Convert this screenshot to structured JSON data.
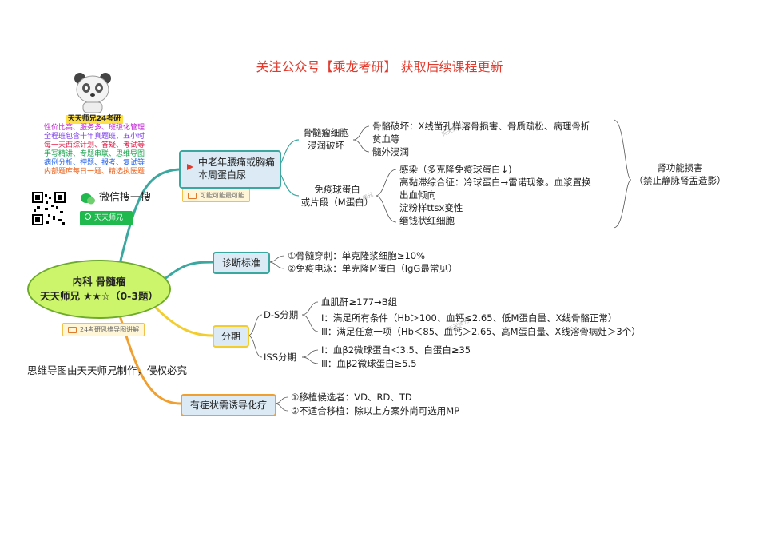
{
  "banner": "关注公众号【乘龙考研】 获取后续课程更新",
  "root": {
    "title": "内科 骨髓瘤",
    "subtitle": "天天师兄 ★★☆（0-3题）"
  },
  "root_tag": "24考研思维导图讲解",
  "promo": {
    "title": "天天师兄24考研",
    "lines": [
      {
        "text": "性价比高、服务多、班级化管理",
        "color": "#c026d3"
      },
      {
        "text": "全程班包含十年真题班、五小时",
        "color": "#7c3aed"
      },
      {
        "text": "每一天西综计划、答疑、考试等",
        "color": "#e11d48"
      },
      {
        "text": "手写精讲、专题串联、思维导图",
        "color": "#16a34a"
      },
      {
        "text": "病例分析、押题、报考、复试等",
        "color": "#2563eb"
      },
      {
        "text": "内部题库每日一题、精选执医题",
        "color": "#ea580c"
      }
    ],
    "wechat_search": "微信搜一搜",
    "search_box": "天天师兄"
  },
  "copyright": "思维导图由天天师兄制作，侵权必究",
  "watermark": "天天师兄",
  "branches": {
    "symptom": {
      "label": "中老年腰痛或胸痛\n本周蛋白尿",
      "tag": "可能可能最可能",
      "marrow": {
        "label": "骨髓瘤细胞\n浸润破坏",
        "items": [
          "骨骼破坏：X线凿孔样溶骨损害、骨质疏松、病理骨折",
          "贫血等",
          "髓外浸润"
        ]
      },
      "immune": {
        "label": "免疫球蛋白\n或片段（M蛋白）",
        "items": [
          "感染（多克隆免疫球蛋白↓)",
          "高黏滞综合征：冷球蛋白→雷诺现象。血浆置换",
          "出血倾向",
          "淀粉样ttsx变性",
          "缗钱状红细胞"
        ]
      },
      "renal": "肾功能损害\n（禁止静脉肾盂造影）"
    },
    "diagnosis": {
      "label": "诊断标准",
      "items": [
        "①骨髓穿刺：单克隆浆细胞≥10%",
        "②免疫电泳：单克隆M蛋白（IgG最常见）"
      ]
    },
    "staging": {
      "label": "分期",
      "ds": {
        "label": "D-S分期",
        "items": [
          "血肌酐≥177→B组",
          "Ⅰ：满足所有条件（Hb＞100、血钙≤2.65、低M蛋白量、X线骨骼正常）",
          "Ⅲ：满足任意一项（Hb＜85、血钙＞2.65、高M蛋白量、X线溶骨病灶＞3个）"
        ]
      },
      "iss": {
        "label": "ISS分期",
        "items": [
          "Ⅰ：血β2微球蛋白＜3.5、白蛋白≥35",
          "Ⅲ：血β2微球蛋白≥5.5"
        ]
      }
    },
    "treatment": {
      "label": "有症状需诱导化疗",
      "items": [
        "①移植候选者：VD、RD、TD",
        "②不适合移植：除以上方案外尚可选用MP"
      ]
    }
  }
}
